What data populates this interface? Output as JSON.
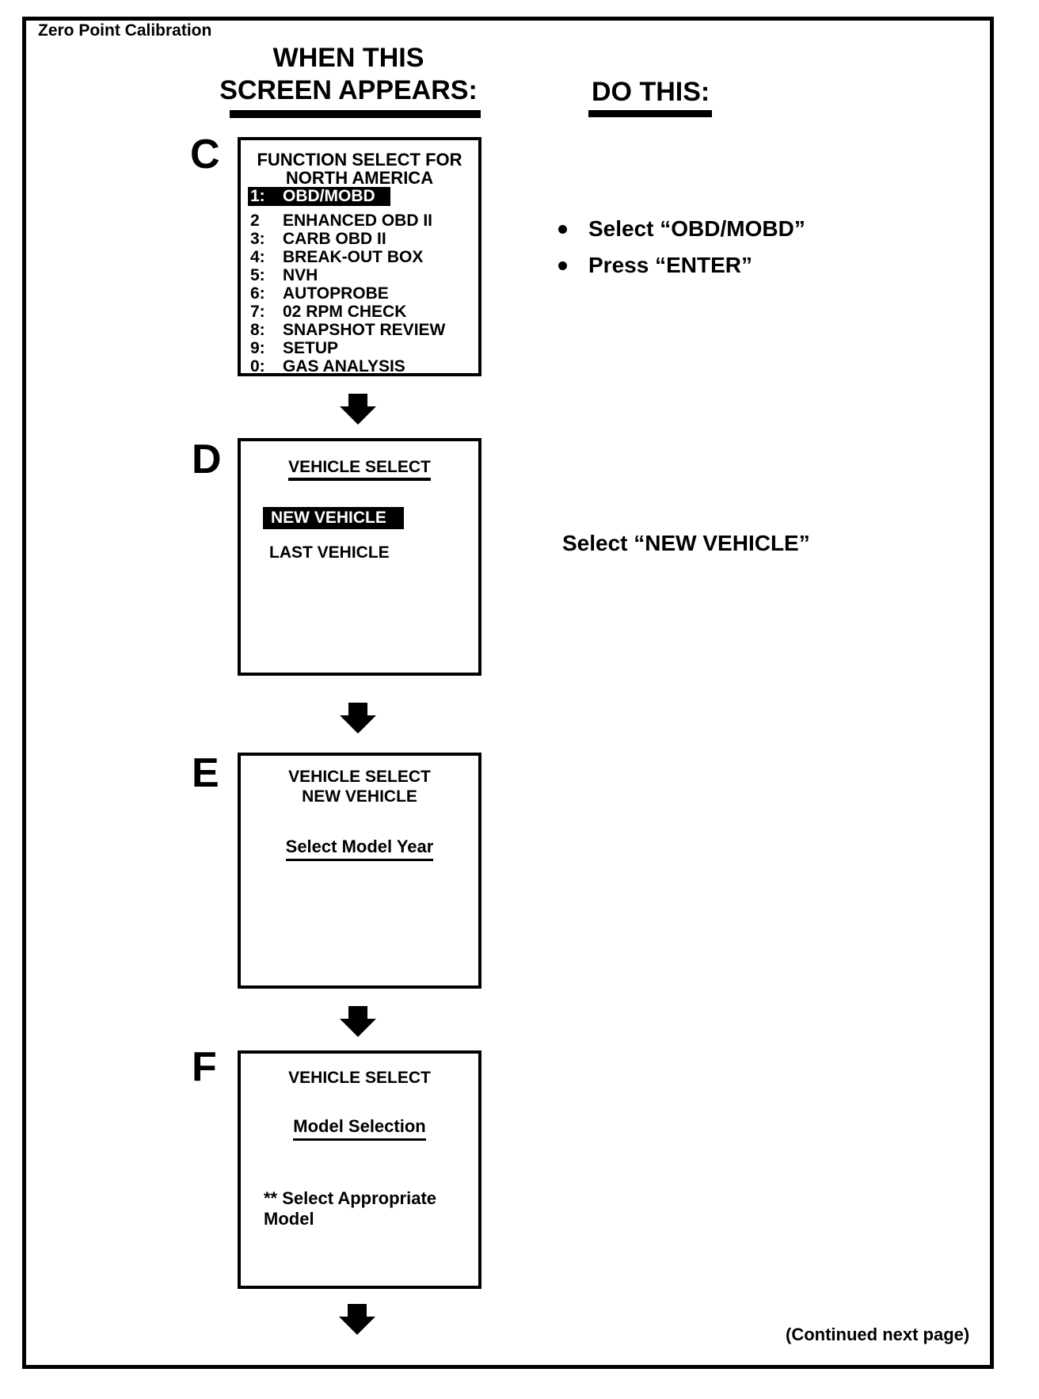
{
  "page": {
    "doc_title": "Zero Point Calibration",
    "col_when_line1": "WHEN THIS",
    "col_when_line2": "SCREEN APPEARS:",
    "col_do": "DO THIS:",
    "continued_note": "(Continued next page)"
  },
  "steps": {
    "c": {
      "label": "C",
      "screen_title_line1": "FUNCTION SELECT FOR",
      "screen_title_line2": "NORTH AMERICA",
      "menu": [
        {
          "num": "1:",
          "label": "OBD/MOBD",
          "highlighted": true
        },
        {
          "num": "2",
          "label": "ENHANCED OBD II",
          "highlighted": false
        },
        {
          "num": "3:",
          "label": "CARB OBD II",
          "highlighted": false
        },
        {
          "num": "4:",
          "label": "BREAK-OUT BOX",
          "highlighted": false
        },
        {
          "num": "5:",
          "label": "NVH",
          "highlighted": false
        },
        {
          "num": "6:",
          "label": "AUTOPROBE",
          "highlighted": false
        },
        {
          "num": "7:",
          "label": "02 RPM CHECK",
          "highlighted": false
        },
        {
          "num": "8:",
          "label": "SNAPSHOT REVIEW",
          "highlighted": false
        },
        {
          "num": "9:",
          "label": "SETUP",
          "highlighted": false
        },
        {
          "num": "0:",
          "label": "GAS ANALYSIS",
          "highlighted": false
        }
      ],
      "instructions": [
        "Select “OBD/MOBD”",
        "Press “ENTER”"
      ]
    },
    "d": {
      "label": "D",
      "screen_title": "VEHICLE SELECT",
      "option_highlighted": "NEW VEHICLE",
      "option_plain": "LAST VEHICLE",
      "instruction": "Select “NEW VEHICLE”"
    },
    "e": {
      "label": "E",
      "screen_title_line1": "VEHICLE SELECT",
      "screen_title_line2": "NEW VEHICLE",
      "prompt": "Select Model Year"
    },
    "f": {
      "label": "F",
      "screen_title": "VEHICLE SELECT",
      "prompt": "Model Selection",
      "note_line1": "** Select Appropriate",
      "note_line2": "Model"
    }
  },
  "icons": {
    "down_arrow": "down-arrow-icon",
    "accent_color": "#000000"
  }
}
